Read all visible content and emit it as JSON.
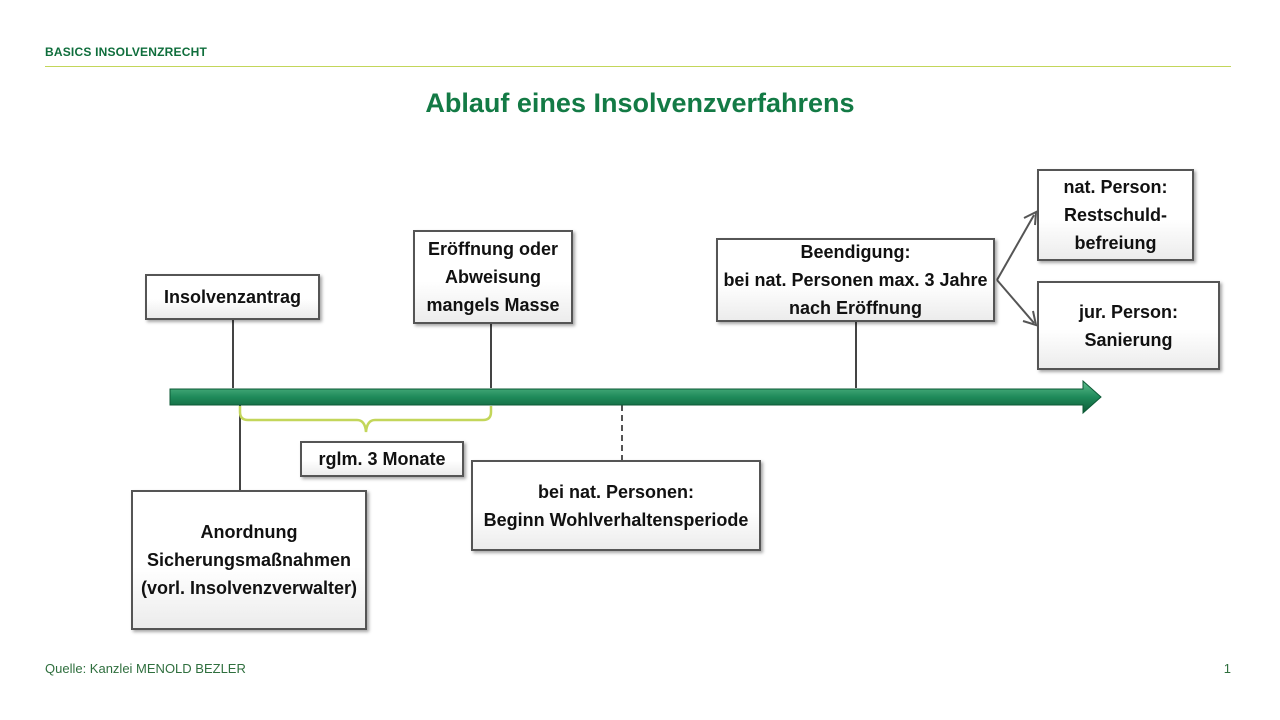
{
  "header": {
    "section": "BASICS INSOLVENZRECHT"
  },
  "title": "Ablauf eines Insolvenzverfahrens",
  "boxes": {
    "insolvenzantrag": "Insolvenzantrag",
    "eroeffnung": "Eröffnung oder\nAbweisung\nmangels Masse",
    "beendigung": "Beendigung:\nbei nat. Personen max. 3 Jahre\nnach Eröffnung",
    "nat_person": "nat. Person:\nRestschuld-\nbefreiung",
    "jur_person": "jur. Person:\nSanierung",
    "rglm": "rglm. 3 Monate",
    "wohlverhalten": "bei nat. Personen:\nBeginn Wohlverhaltensperiode",
    "anordnung": "Anordnung\nSicherungsmaßnahmen\n(vorl. Insolvenzverwalter)"
  },
  "footer": {
    "source": "Quelle: Kanzlei MENOLD BEZLER",
    "page": "1"
  },
  "colors": {
    "brand_green": "#137a45",
    "accent_lime": "#c3d65a",
    "arrow_green": "#1f8a5a"
  }
}
